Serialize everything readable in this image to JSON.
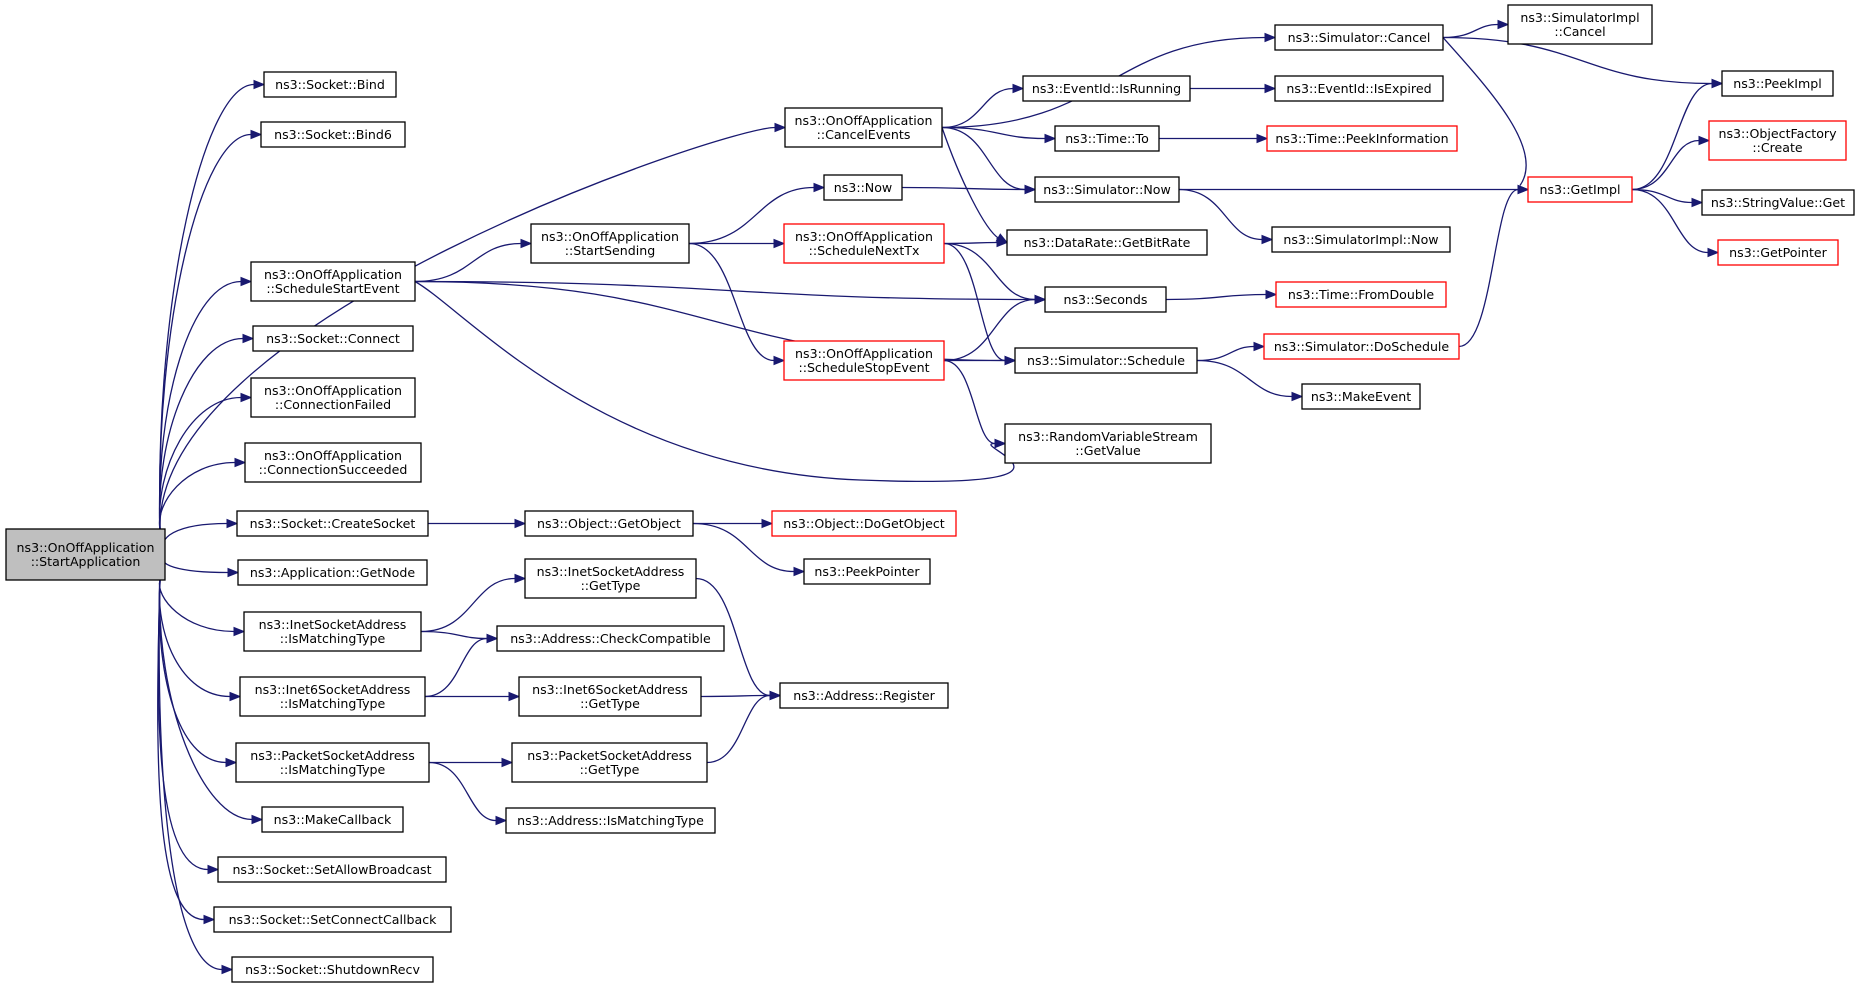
{
  "graph": {
    "nodes": [
      {
        "id": "root",
        "lines": [
          "ns3::OnOffApplication",
          "::StartApplication"
        ],
        "style": "root"
      },
      {
        "id": "bind",
        "lines": [
          "ns3::Socket::Bind"
        ],
        "style": "normal"
      },
      {
        "id": "bind6",
        "lines": [
          "ns3::Socket::Bind6"
        ],
        "style": "normal"
      },
      {
        "id": "sse",
        "lines": [
          "ns3::OnOffApplication",
          "::ScheduleStartEvent"
        ],
        "style": "normal"
      },
      {
        "id": "connect",
        "lines": [
          "ns3::Socket::Connect"
        ],
        "style": "normal"
      },
      {
        "id": "cfail",
        "lines": [
          "ns3::OnOffApplication",
          "::ConnectionFailed"
        ],
        "style": "normal"
      },
      {
        "id": "csucc",
        "lines": [
          "ns3::OnOffApplication",
          "::ConnectionSucceeded"
        ],
        "style": "normal"
      },
      {
        "id": "createsock",
        "lines": [
          "ns3::Socket::CreateSocket"
        ],
        "style": "normal"
      },
      {
        "id": "getnode",
        "lines": [
          "ns3::Application::GetNode"
        ],
        "style": "normal"
      },
      {
        "id": "inetmatch",
        "lines": [
          "ns3::InetSocketAddress",
          "::IsMatchingType"
        ],
        "style": "normal"
      },
      {
        "id": "inet6match",
        "lines": [
          "ns3::Inet6SocketAddress",
          "::IsMatchingType"
        ],
        "style": "normal"
      },
      {
        "id": "pktmatch",
        "lines": [
          "ns3::PacketSocketAddress",
          "::IsMatchingType"
        ],
        "style": "normal"
      },
      {
        "id": "makecb",
        "lines": [
          "ns3::MakeCallback"
        ],
        "style": "normal"
      },
      {
        "id": "setbcast",
        "lines": [
          "ns3::Socket::SetAllowBroadcast"
        ],
        "style": "normal"
      },
      {
        "id": "setconncb",
        "lines": [
          "ns3::Socket::SetConnectCallback"
        ],
        "style": "normal"
      },
      {
        "id": "shutdown",
        "lines": [
          "ns3::Socket::ShutdownRecv"
        ],
        "style": "normal"
      },
      {
        "id": "cancelev",
        "lines": [
          "ns3::OnOffApplication",
          "::CancelEvents"
        ],
        "style": "normal"
      },
      {
        "id": "startsend",
        "lines": [
          "ns3::OnOffApplication",
          "::StartSending"
        ],
        "style": "normal"
      },
      {
        "id": "getobject",
        "lines": [
          "ns3::Object::GetObject"
        ],
        "style": "normal"
      },
      {
        "id": "inetgettype",
        "lines": [
          "ns3::InetSocketAddress",
          "::GetType"
        ],
        "style": "normal"
      },
      {
        "id": "checkcompat",
        "lines": [
          "ns3::Address::CheckCompatible"
        ],
        "style": "normal"
      },
      {
        "id": "inet6gettype",
        "lines": [
          "ns3::Inet6SocketAddress",
          "::GetType"
        ],
        "style": "normal"
      },
      {
        "id": "pktgettype",
        "lines": [
          "ns3::PacketSocketAddress",
          "::GetType"
        ],
        "style": "normal"
      },
      {
        "id": "addrismatch",
        "lines": [
          "ns3::Address::IsMatchingType"
        ],
        "style": "normal"
      },
      {
        "id": "now",
        "lines": [
          "ns3::Now"
        ],
        "style": "normal"
      },
      {
        "id": "schednext",
        "lines": [
          "ns3::OnOffApplication",
          "::ScheduleNextTx"
        ],
        "style": "red"
      },
      {
        "id": "schedstop",
        "lines": [
          "ns3::OnOffApplication",
          "::ScheduleStopEvent"
        ],
        "style": "red"
      },
      {
        "id": "dogetobject",
        "lines": [
          "ns3::Object::DoGetObject"
        ],
        "style": "red"
      },
      {
        "id": "peekpointer",
        "lines": [
          "ns3::PeekPointer"
        ],
        "style": "normal"
      },
      {
        "id": "register",
        "lines": [
          "ns3::Address::Register"
        ],
        "style": "normal"
      },
      {
        "id": "isrunning",
        "lines": [
          "ns3::EventId::IsRunning"
        ],
        "style": "normal"
      },
      {
        "id": "timeto",
        "lines": [
          "ns3::Time::To"
        ],
        "style": "normal"
      },
      {
        "id": "simnow",
        "lines": [
          "ns3::Simulator::Now"
        ],
        "style": "normal"
      },
      {
        "id": "getbitrate",
        "lines": [
          "ns3::DataRate::GetBitRate"
        ],
        "style": "normal"
      },
      {
        "id": "seconds",
        "lines": [
          "ns3::Seconds"
        ],
        "style": "normal"
      },
      {
        "id": "simsched",
        "lines": [
          "ns3::Simulator::Schedule"
        ],
        "style": "normal"
      },
      {
        "id": "rvsget",
        "lines": [
          "ns3::RandomVariableStream",
          "::GetValue"
        ],
        "style": "normal"
      },
      {
        "id": "simcancel",
        "lines": [
          "ns3::Simulator::Cancel"
        ],
        "style": "normal"
      },
      {
        "id": "isexpired",
        "lines": [
          "ns3::EventId::IsExpired"
        ],
        "style": "normal"
      },
      {
        "id": "peekinfo",
        "lines": [
          "ns3::Time::PeekInformation"
        ],
        "style": "red"
      },
      {
        "id": "simimplnow",
        "lines": [
          "ns3::SimulatorImpl::Now"
        ],
        "style": "normal"
      },
      {
        "id": "fromdouble",
        "lines": [
          "ns3::Time::FromDouble"
        ],
        "style": "red"
      },
      {
        "id": "dosched",
        "lines": [
          "ns3::Simulator::DoSchedule"
        ],
        "style": "red"
      },
      {
        "id": "makeevent",
        "lines": [
          "ns3::MakeEvent"
        ],
        "style": "normal"
      },
      {
        "id": "simimplcancel",
        "lines": [
          "ns3::SimulatorImpl",
          "::Cancel"
        ],
        "style": "normal"
      },
      {
        "id": "getimpl",
        "lines": [
          "ns3::GetImpl"
        ],
        "style": "red"
      },
      {
        "id": "peekimpl",
        "lines": [
          "ns3::PeekImpl"
        ],
        "style": "normal"
      },
      {
        "id": "objfactory",
        "lines": [
          "ns3::ObjectFactory",
          "::Create"
        ],
        "style": "red"
      },
      {
        "id": "strvalget",
        "lines": [
          "ns3::StringValue::Get"
        ],
        "style": "normal"
      },
      {
        "id": "getpointer",
        "lines": [
          "ns3::GetPointer"
        ],
        "style": "red"
      }
    ],
    "edges": [
      [
        "root",
        "bind"
      ],
      [
        "root",
        "bind6"
      ],
      [
        "root",
        "cancelev"
      ],
      [
        "root",
        "sse"
      ],
      [
        "root",
        "connect"
      ],
      [
        "root",
        "cfail"
      ],
      [
        "root",
        "csucc"
      ],
      [
        "root",
        "createsock"
      ],
      [
        "root",
        "getnode"
      ],
      [
        "root",
        "inetmatch"
      ],
      [
        "root",
        "inet6match"
      ],
      [
        "root",
        "pktmatch"
      ],
      [
        "root",
        "makecb"
      ],
      [
        "root",
        "setbcast"
      ],
      [
        "root",
        "setconncb"
      ],
      [
        "root",
        "shutdown"
      ],
      [
        "sse",
        "startsend"
      ],
      [
        "sse",
        "seconds"
      ],
      [
        "sse",
        "simsched"
      ],
      [
        "sse",
        "rvsget"
      ],
      [
        "cancelev",
        "simcancel"
      ],
      [
        "cancelev",
        "isrunning"
      ],
      [
        "cancelev",
        "timeto"
      ],
      [
        "cancelev",
        "simnow"
      ],
      [
        "cancelev",
        "getbitrate"
      ],
      [
        "startsend",
        "now"
      ],
      [
        "startsend",
        "schednext"
      ],
      [
        "startsend",
        "schedstop"
      ],
      [
        "now",
        "simnow"
      ],
      [
        "schednext",
        "getbitrate"
      ],
      [
        "schednext",
        "seconds"
      ],
      [
        "schednext",
        "simsched"
      ],
      [
        "schedstop",
        "seconds"
      ],
      [
        "schedstop",
        "simsched"
      ],
      [
        "schedstop",
        "rvsget"
      ],
      [
        "createsock",
        "getobject"
      ],
      [
        "getobject",
        "dogetobject"
      ],
      [
        "getobject",
        "peekpointer"
      ],
      [
        "inetmatch",
        "checkcompat"
      ],
      [
        "inetmatch",
        "inetgettype"
      ],
      [
        "inet6match",
        "checkcompat"
      ],
      [
        "inet6match",
        "inet6gettype"
      ],
      [
        "pktmatch",
        "pktgettype"
      ],
      [
        "pktmatch",
        "addrismatch"
      ],
      [
        "inetgettype",
        "register"
      ],
      [
        "inet6gettype",
        "register"
      ],
      [
        "pktgettype",
        "register"
      ],
      [
        "simcancel",
        "simimplcancel"
      ],
      [
        "simcancel",
        "peekimpl"
      ],
      [
        "simcancel",
        "getimpl"
      ],
      [
        "isrunning",
        "isexpired"
      ],
      [
        "timeto",
        "peekinfo"
      ],
      [
        "simnow",
        "getimpl"
      ],
      [
        "simnow",
        "simimplnow"
      ],
      [
        "seconds",
        "fromdouble"
      ],
      [
        "simsched",
        "dosched"
      ],
      [
        "simsched",
        "makeevent"
      ],
      [
        "dosched",
        "getimpl"
      ],
      [
        "getimpl",
        "peekimpl"
      ],
      [
        "getimpl",
        "objfactory"
      ],
      [
        "getimpl",
        "strvalget"
      ],
      [
        "getimpl",
        "getpointer"
      ]
    ]
  }
}
